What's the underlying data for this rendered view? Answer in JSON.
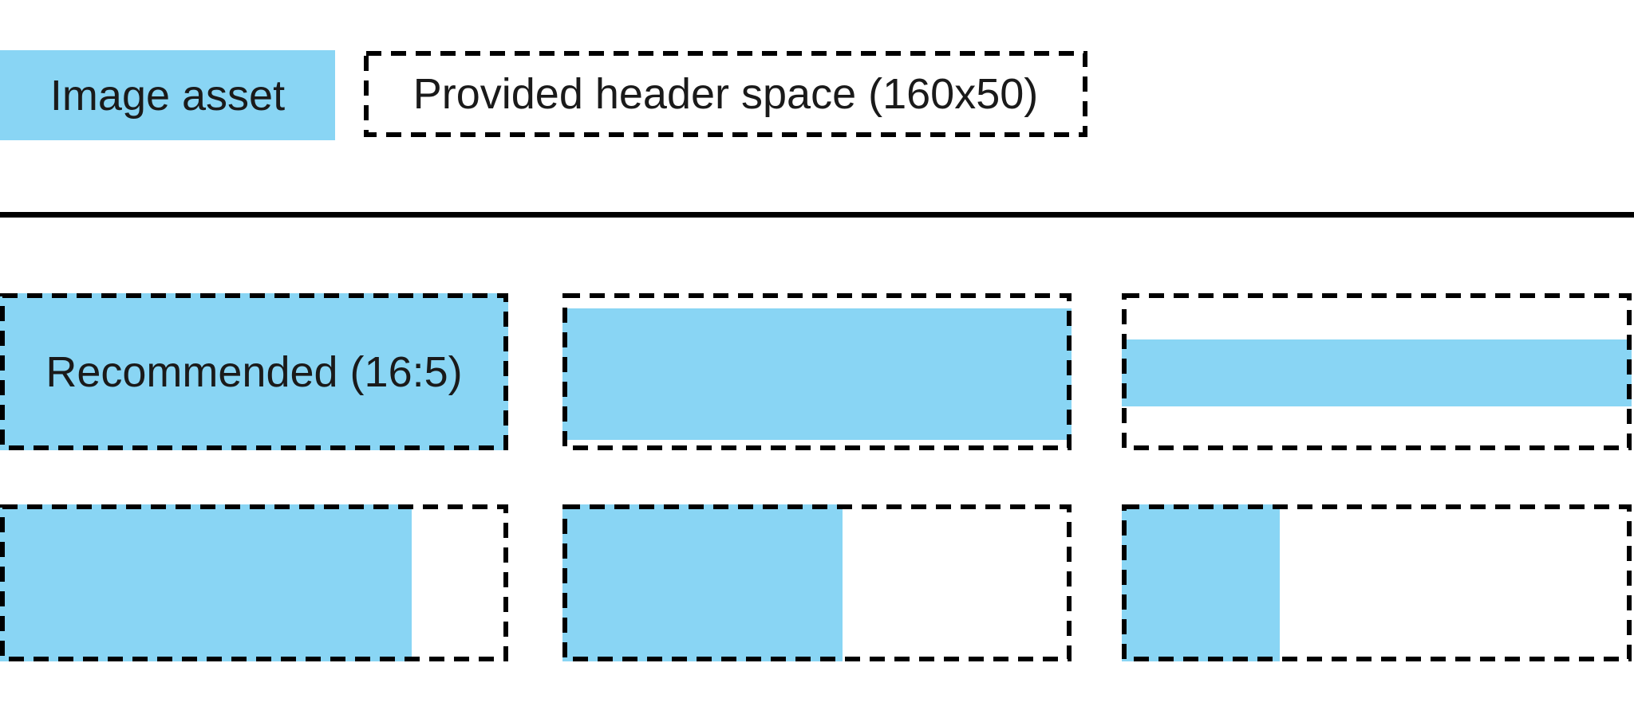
{
  "legend": {
    "image_asset_label": "Image asset",
    "header_space_label": "Provided header space (160x50)"
  },
  "header_space": {
    "width": 160,
    "height": 50,
    "ratio_label": "16:5"
  },
  "examples": [
    {
      "label": "Recommended (16:5)",
      "asset_width_pct": 100,
      "asset_height_pct": 100,
      "halign": "full",
      "valign": "full"
    },
    {
      "asset_width_pct": 100,
      "asset_height_pct": 84,
      "halign": "full",
      "valign": "center"
    },
    {
      "asset_width_pct": 100,
      "asset_height_pct": 43,
      "halign": "full",
      "valign": "center"
    },
    {
      "asset_width_pct": 81,
      "asset_height_pct": 100,
      "halign": "left",
      "valign": "full"
    },
    {
      "asset_width_pct": 55,
      "asset_height_pct": 100,
      "halign": "left",
      "valign": "full"
    },
    {
      "asset_width_pct": 31,
      "asset_height_pct": 100,
      "halign": "left",
      "valign": "full"
    }
  ],
  "colors": {
    "image_asset_blue": "#89d5f4",
    "border_black": "#000000",
    "text": "#1a1a1a",
    "background": "#ffffff"
  }
}
